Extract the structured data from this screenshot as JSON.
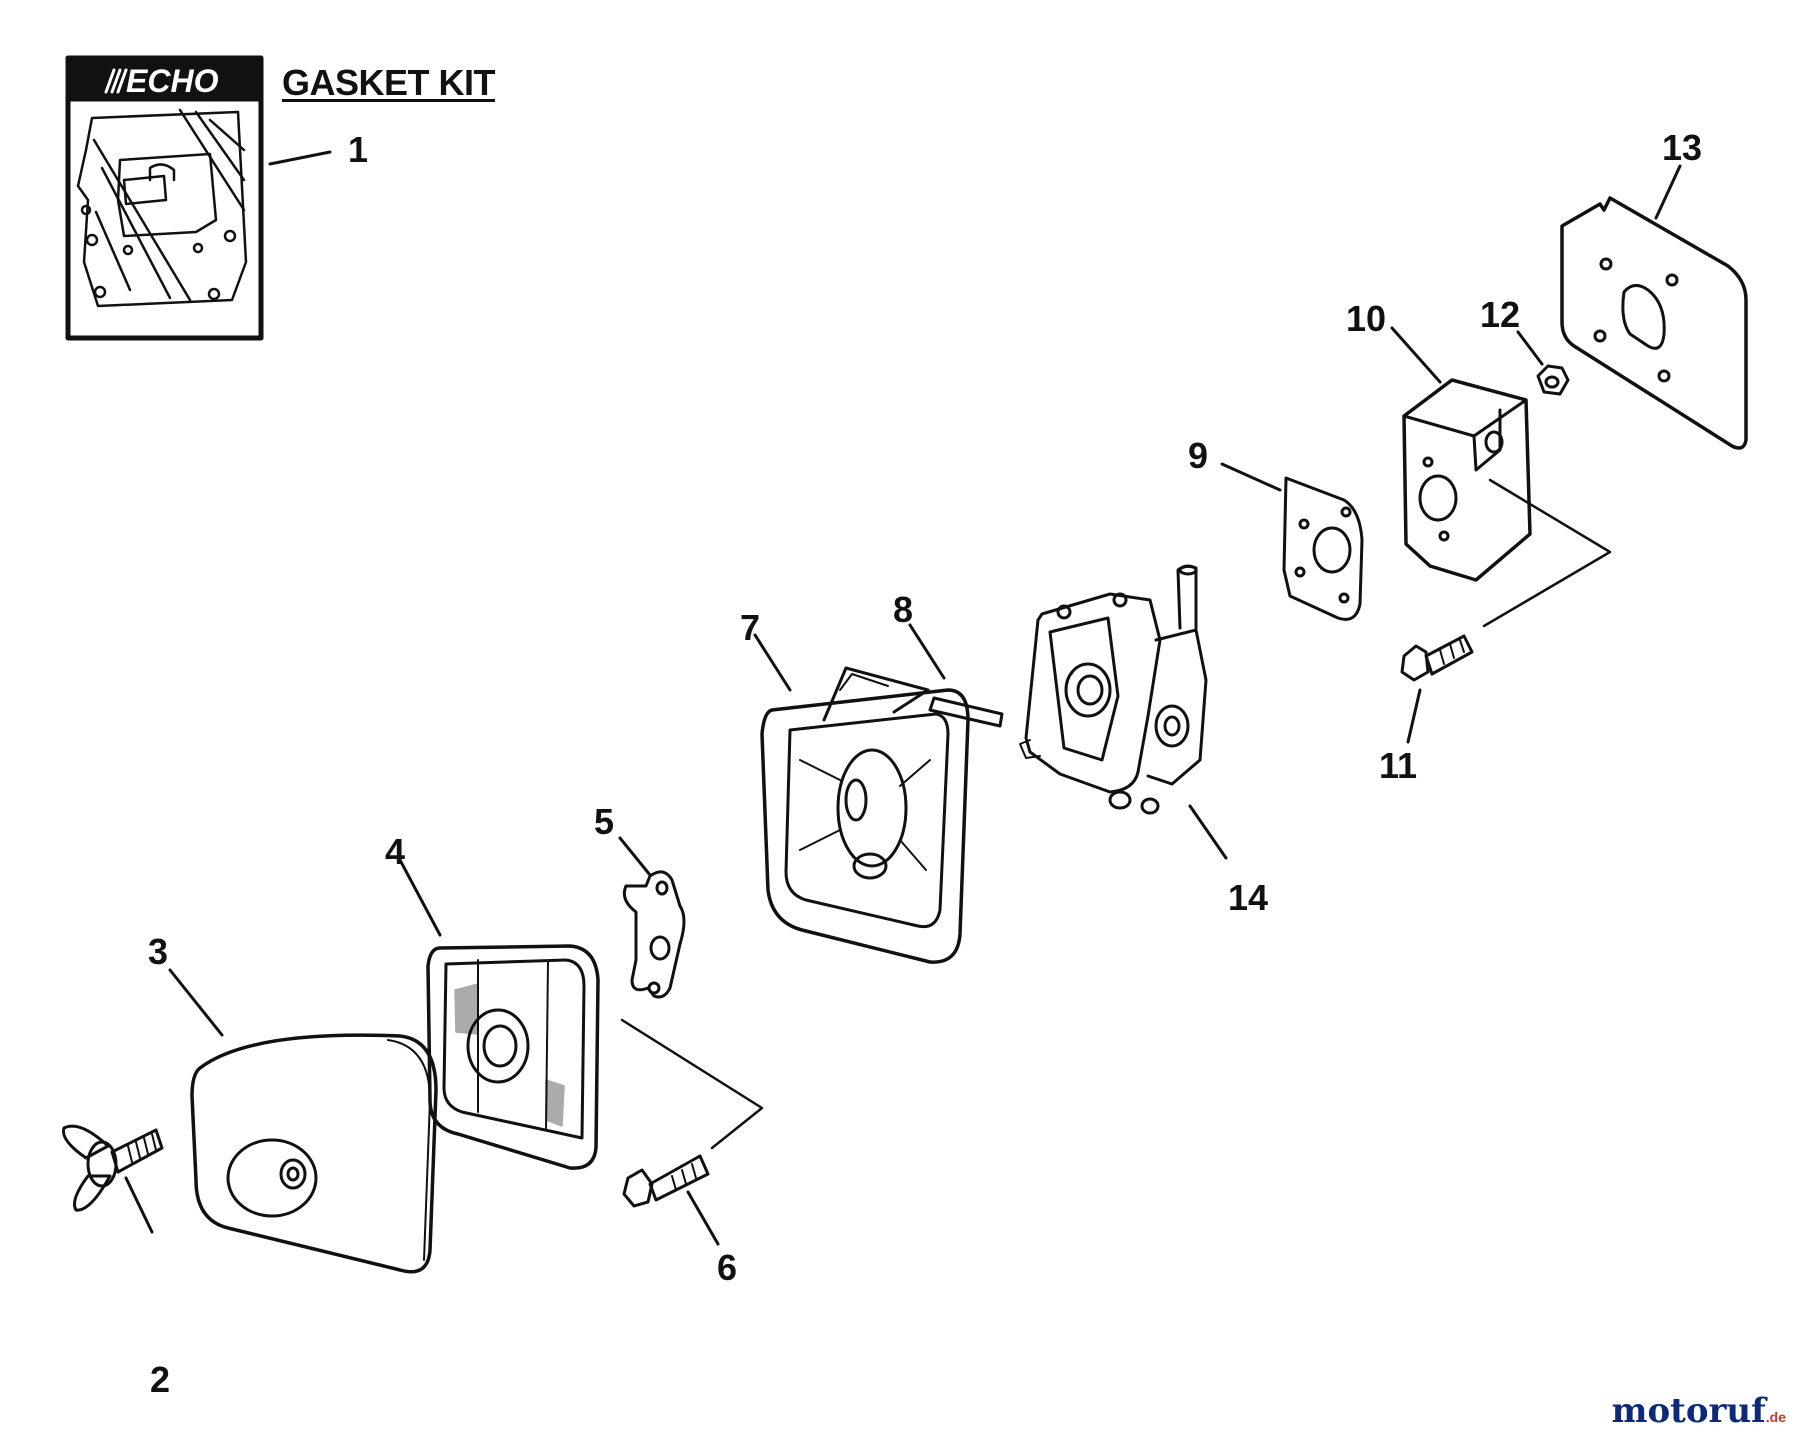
{
  "brand": "ECHO",
  "kit_title": "GASKET KIT",
  "callouts": [
    "1",
    "2",
    "3",
    "4",
    "5",
    "6",
    "7",
    "8",
    "9",
    "10",
    "11",
    "12",
    "13",
    "14"
  ],
  "watermark": {
    "name": "motoruf",
    "tld": ".de"
  }
}
